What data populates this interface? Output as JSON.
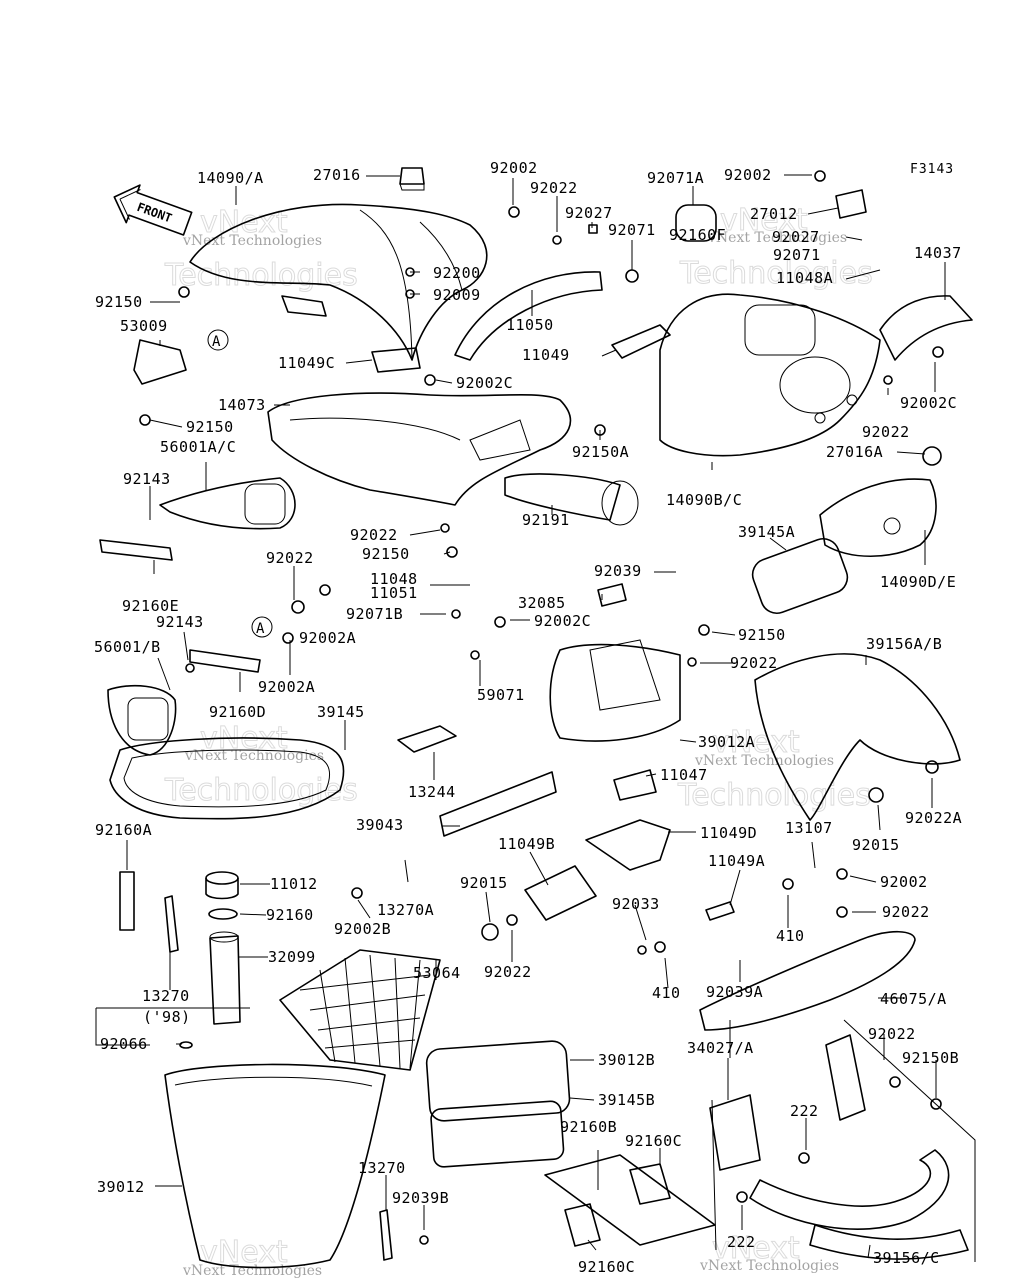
{
  "diagram": {
    "code": "F3143",
    "front_label": "FRONT",
    "callout_marker": "A",
    "watermark_line1": "vNext Technologies",
    "watermark_line2": "vNext",
    "watermark_line3": "Technologies",
    "labels": [
      {
        "id": "l1",
        "text": "14090/A"
      },
      {
        "id": "l2",
        "text": "27016"
      },
      {
        "id": "l3",
        "text": "92002"
      },
      {
        "id": "l4",
        "text": "92022"
      },
      {
        "id": "l5",
        "text": "92027"
      },
      {
        "id": "l6",
        "text": "92071A"
      },
      {
        "id": "l7",
        "text": "92002"
      },
      {
        "id": "l8",
        "text": "27012"
      },
      {
        "id": "l9",
        "text": "92027"
      },
      {
        "id": "l10",
        "text": "92071"
      },
      {
        "id": "l11",
        "text": "92160F"
      },
      {
        "id": "l12",
        "text": "92071"
      },
      {
        "id": "l13",
        "text": "11048A"
      },
      {
        "id": "l14",
        "text": "14037"
      },
      {
        "id": "l15",
        "text": "92200"
      },
      {
        "id": "l16",
        "text": "92009"
      },
      {
        "id": "l17",
        "text": "92150"
      },
      {
        "id": "l18",
        "text": "11050"
      },
      {
        "id": "l19",
        "text": "53009"
      },
      {
        "id": "l20",
        "text": "11049"
      },
      {
        "id": "l21",
        "text": "11049C"
      },
      {
        "id": "l22",
        "text": "92002C"
      },
      {
        "id": "l23",
        "text": "92002C"
      },
      {
        "id": "l24",
        "text": "14073"
      },
      {
        "id": "l25",
        "text": "92150"
      },
      {
        "id": "l26",
        "text": "92150A"
      },
      {
        "id": "l27",
        "text": "92022"
      },
      {
        "id": "l28",
        "text": "56001A/C"
      },
      {
        "id": "l29",
        "text": "27016A"
      },
      {
        "id": "l30",
        "text": "92143"
      },
      {
        "id": "l31",
        "text": "14090B/C"
      },
      {
        "id": "l32",
        "text": "92191"
      },
      {
        "id": "l33",
        "text": "92022"
      },
      {
        "id": "l34",
        "text": "39145A"
      },
      {
        "id": "l35",
        "text": "92150"
      },
      {
        "id": "l36",
        "text": "14090D/E"
      },
      {
        "id": "l37",
        "text": "92022"
      },
      {
        "id": "l38",
        "text": "92039"
      },
      {
        "id": "l39",
        "text": "11048"
      },
      {
        "id": "l40",
        "text": "11051"
      },
      {
        "id": "l41",
        "text": "32085"
      },
      {
        "id": "l42",
        "text": "92160E"
      },
      {
        "id": "l43",
        "text": "92071B"
      },
      {
        "id": "l44",
        "text": "92002C"
      },
      {
        "id": "l45",
        "text": "92150"
      },
      {
        "id": "l46",
        "text": "92143"
      },
      {
        "id": "l47",
        "text": "92002A"
      },
      {
        "id": "l48",
        "text": "39156A/B"
      },
      {
        "id": "l49",
        "text": "56001/B"
      },
      {
        "id": "l50",
        "text": "92022"
      },
      {
        "id": "l51",
        "text": "92002A"
      },
      {
        "id": "l52",
        "text": "59071"
      },
      {
        "id": "l53",
        "text": "92160D"
      },
      {
        "id": "l54",
        "text": "39145"
      },
      {
        "id": "l55",
        "text": "39012A"
      },
      {
        "id": "l56",
        "text": "11047"
      },
      {
        "id": "l57",
        "text": "13244"
      },
      {
        "id": "l58",
        "text": "92015"
      },
      {
        "id": "l59",
        "text": "92022A"
      },
      {
        "id": "l60",
        "text": "39043"
      },
      {
        "id": "l61",
        "text": "13107"
      },
      {
        "id": "l62",
        "text": "92160A"
      },
      {
        "id": "l63",
        "text": "11049B"
      },
      {
        "id": "l64",
        "text": "11049D"
      },
      {
        "id": "l65",
        "text": "11049A"
      },
      {
        "id": "l66",
        "text": "11012"
      },
      {
        "id": "l67",
        "text": "92015"
      },
      {
        "id": "l68",
        "text": "92002"
      },
      {
        "id": "l69",
        "text": "92160"
      },
      {
        "id": "l70",
        "text": "92002B"
      },
      {
        "id": "l71",
        "text": "13270A"
      },
      {
        "id": "l72",
        "text": "92033"
      },
      {
        "id": "l73",
        "text": "92022"
      },
      {
        "id": "l74",
        "text": "410"
      },
      {
        "id": "l75",
        "text": "32099"
      },
      {
        "id": "l76",
        "text": "53064"
      },
      {
        "id": "l77",
        "text": "92022"
      },
      {
        "id": "l78",
        "text": "410"
      },
      {
        "id": "l79",
        "text": "92039A"
      },
      {
        "id": "l80",
        "text": "13270"
      },
      {
        "id": "l81",
        "text": "('98)"
      },
      {
        "id": "l82",
        "text": "46075/A"
      },
      {
        "id": "l83",
        "text": "92066"
      },
      {
        "id": "l84",
        "text": "39012B"
      },
      {
        "id": "l85",
        "text": "92022"
      },
      {
        "id": "l86",
        "text": "34027/A"
      },
      {
        "id": "l87",
        "text": "92150B"
      },
      {
        "id": "l88",
        "text": "39145B"
      },
      {
        "id": "l89",
        "text": "92160B"
      },
      {
        "id": "l90",
        "text": "92160C"
      },
      {
        "id": "l91",
        "text": "222"
      },
      {
        "id": "l92",
        "text": "13270"
      },
      {
        "id": "l93",
        "text": "39012"
      },
      {
        "id": "l94",
        "text": "92039B"
      },
      {
        "id": "l95",
        "text": "222"
      },
      {
        "id": "l96",
        "text": "92160C"
      },
      {
        "id": "l97",
        "text": "39156/C"
      }
    ]
  }
}
